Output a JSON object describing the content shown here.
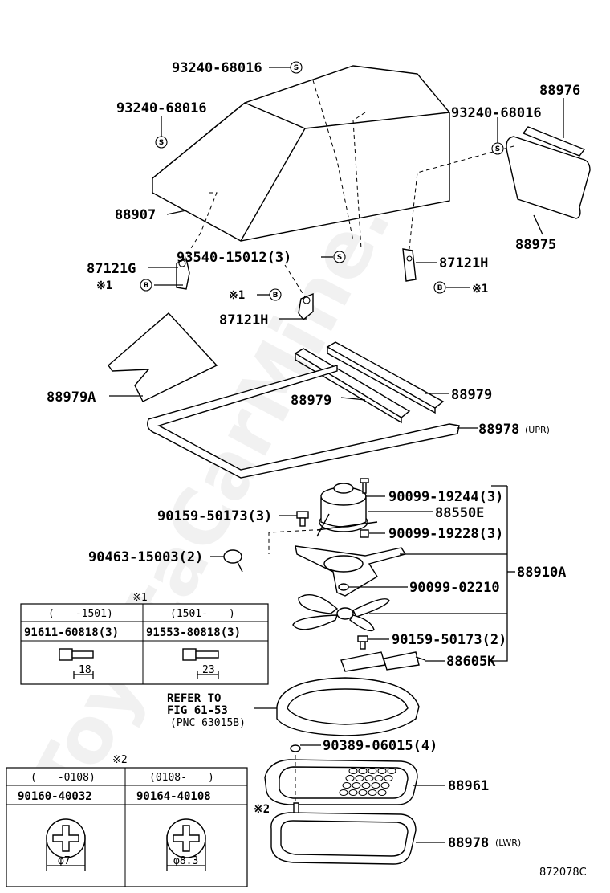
{
  "watermark": "ToyotaCarMine.ru",
  "figure_code": "872078C",
  "callouts": {
    "c1": "93240-68016",
    "c2": "93240-68016",
    "c3": "93240-68016",
    "c4": "88976",
    "c5": "88907",
    "c6": "88975",
    "c7": "93540-15012(3)",
    "c8": "87121G",
    "c9": "87121H",
    "c10": "87121H",
    "c11": "88979A",
    "c12": "88979",
    "c13": "88979",
    "c14": "88978",
    "c14s": "(UPR)",
    "c15": "90099-19244(3)",
    "c16": "90159-50173(3)",
    "c17": "88550E",
    "c18": "90099-19228(3)",
    "c19": "90463-15003(2)",
    "c20": "88910A",
    "c21": "90099-02210",
    "c22": "90159-50173(2)",
    "c23": "88605K",
    "c24a": "REFER TO",
    "c24b": "FIG 61-53",
    "c24c": "(PNC 63015B)",
    "c25": "90389-06015(4)",
    "c26": "88961",
    "c27": "88978",
    "c27s": "(LWR)"
  },
  "circle_marks": {
    "s": "S",
    "b": "B",
    "note1": "※1",
    "note2": "※2"
  },
  "table1": {
    "mark": "※1",
    "col1_range": "(　　-1501)",
    "col2_range": "(1501-　　)",
    "col1_part": "91611-60818(3)",
    "col2_part": "91553-80818(3)",
    "col1_dim": "18",
    "col2_dim": "23"
  },
  "table2": {
    "mark": "※2",
    "col1_range": "(　　-0108)",
    "col2_range": "(0108-　　)",
    "col1_part": "90160-40032",
    "col2_part": "90164-40108",
    "col1_dim": "φ7",
    "col2_dim": "φ8.3"
  }
}
